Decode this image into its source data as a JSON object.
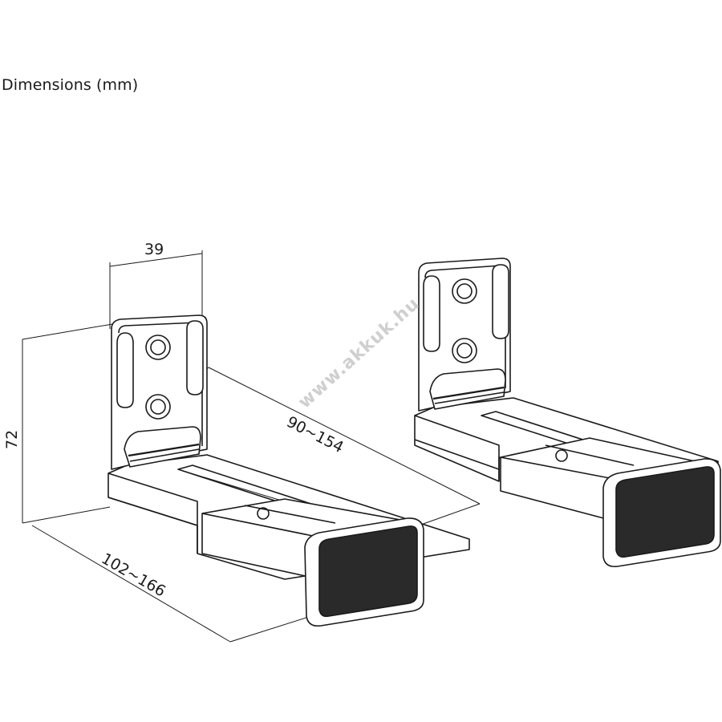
{
  "title": "Dimensions (mm)",
  "dimensions": {
    "width": "39",
    "height": "72",
    "depth_inner": "90~154",
    "depth_outer": "102~166"
  },
  "watermark": "www.akkuk.hu"
}
